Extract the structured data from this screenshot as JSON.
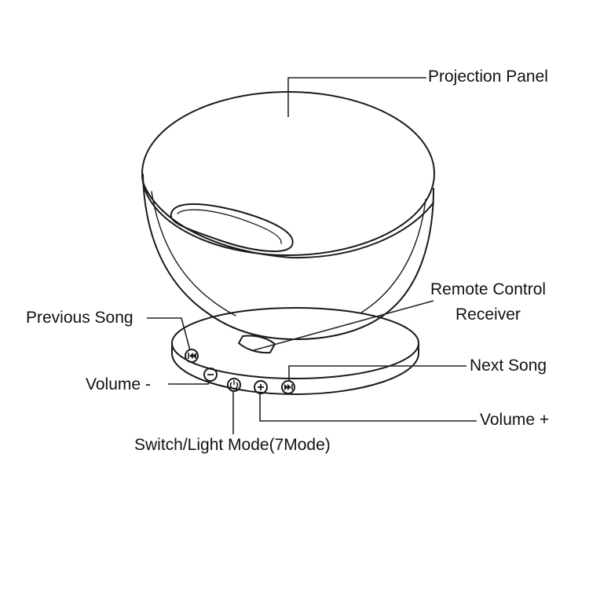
{
  "labels": {
    "projection_panel": "Projection Panel",
    "remote_control_line1": "Remote Control",
    "remote_control_line2": "Receiver",
    "previous_song": "Previous Song",
    "next_song": "Next Song",
    "volume_down": "Volume -",
    "volume_up": "Volume +",
    "switch_light_mode": "Switch/Light Mode(7Mode)"
  },
  "icons": {
    "previous": "previous-track-icon",
    "volume_down": "minus-icon",
    "power": "power-icon",
    "volume_up": "plus-icon",
    "next": "next-track-icon"
  },
  "colors": {
    "line": "#1a1a1a",
    "text": "#111111",
    "background": "#ffffff"
  }
}
